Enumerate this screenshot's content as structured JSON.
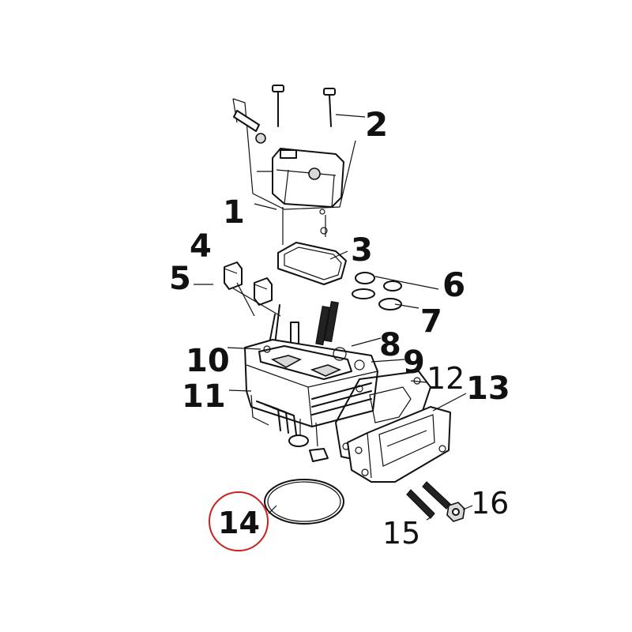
{
  "diagram": {
    "callout_colors": {
      "line": "#111111",
      "highlight_ring": "#cc1f1f"
    },
    "labels": [
      {
        "id": "p1",
        "text": "1"
      },
      {
        "id": "p2",
        "text": "2"
      },
      {
        "id": "p3",
        "text": "3"
      },
      {
        "id": "p4",
        "text": "4"
      },
      {
        "id": "p5",
        "text": "5"
      },
      {
        "id": "p6",
        "text": "6"
      },
      {
        "id": "p7",
        "text": "7"
      },
      {
        "id": "p8",
        "text": "8"
      },
      {
        "id": "p9",
        "text": "9"
      },
      {
        "id": "p10",
        "text": "10"
      },
      {
        "id": "p11",
        "text": "11"
      },
      {
        "id": "p12",
        "text": "12"
      },
      {
        "id": "p13",
        "text": "13"
      },
      {
        "id": "p14",
        "text": "14"
      },
      {
        "id": "p15",
        "text": "15"
      },
      {
        "id": "p16",
        "text": "16"
      }
    ],
    "highlighted_part": "14"
  }
}
